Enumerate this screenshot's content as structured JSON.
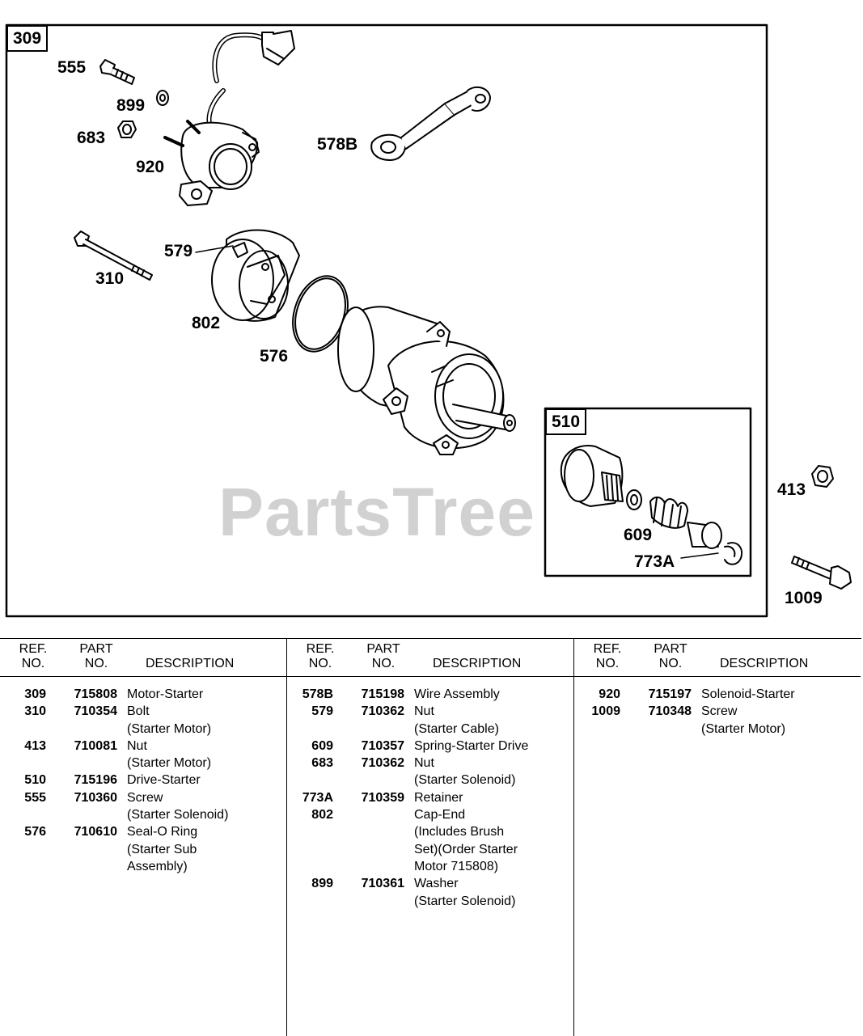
{
  "diagram": {
    "main_box_label": "309",
    "sub_box_label": "510",
    "watermark": "PartsTree",
    "callouts": {
      "c555": "555",
      "c899": "899",
      "c683": "683",
      "c920": "920",
      "c578B": "578B",
      "c579": "579",
      "c310": "310",
      "c802": "802",
      "c576": "576",
      "c609": "609",
      "c773A": "773A",
      "c413": "413",
      "c1009": "1009"
    }
  },
  "table": {
    "headers": {
      "ref_line1": "REF.",
      "ref_line2": "NO.",
      "part_line1": "PART",
      "part_line2": "NO.",
      "description": "DESCRIPTION"
    },
    "columns": [
      [
        {
          "ref": "309",
          "part": "715808",
          "desc": [
            "Motor-Starter"
          ]
        },
        {
          "ref": "310",
          "part": "710354",
          "desc": [
            "Bolt",
            "(Starter Motor)"
          ]
        },
        {
          "ref": "413",
          "part": "710081",
          "desc": [
            "Nut",
            "(Starter Motor)"
          ]
        },
        {
          "ref": "510",
          "part": "715196",
          "desc": [
            "Drive-Starter"
          ]
        },
        {
          "ref": "555",
          "part": "710360",
          "desc": [
            "Screw",
            "(Starter Solenoid)"
          ]
        },
        {
          "ref": "576",
          "part": "710610",
          "desc": [
            "Seal-O Ring",
            "(Starter Sub",
            "Assembly)"
          ]
        }
      ],
      [
        {
          "ref": "578B",
          "part": "715198",
          "desc": [
            "Wire Assembly"
          ]
        },
        {
          "ref": "579",
          "part": "710362",
          "desc": [
            "Nut",
            "(Starter Cable)"
          ]
        },
        {
          "ref": "609",
          "part": "710357",
          "desc": [
            "Spring-Starter Drive"
          ]
        },
        {
          "ref": "683",
          "part": "710362",
          "desc": [
            "Nut",
            "(Starter Solenoid)"
          ]
        },
        {
          "ref": "773A",
          "part": "710359",
          "desc": [
            "Retainer"
          ]
        },
        {
          "ref": "802",
          "part": "",
          "desc": [
            "Cap-End",
            "(Includes Brush",
            "Set)(Order Starter",
            "Motor 715808)"
          ]
        },
        {
          "ref": "899",
          "part": "710361",
          "desc": [
            "Washer",
            "(Starter Solenoid)"
          ]
        }
      ],
      [
        {
          "ref": "920",
          "part": "715197",
          "desc": [
            "Solenoid-Starter"
          ]
        },
        {
          "ref": "1009",
          "part": "710348",
          "desc": [
            "Screw",
            "(Starter Motor)"
          ]
        }
      ]
    ]
  }
}
